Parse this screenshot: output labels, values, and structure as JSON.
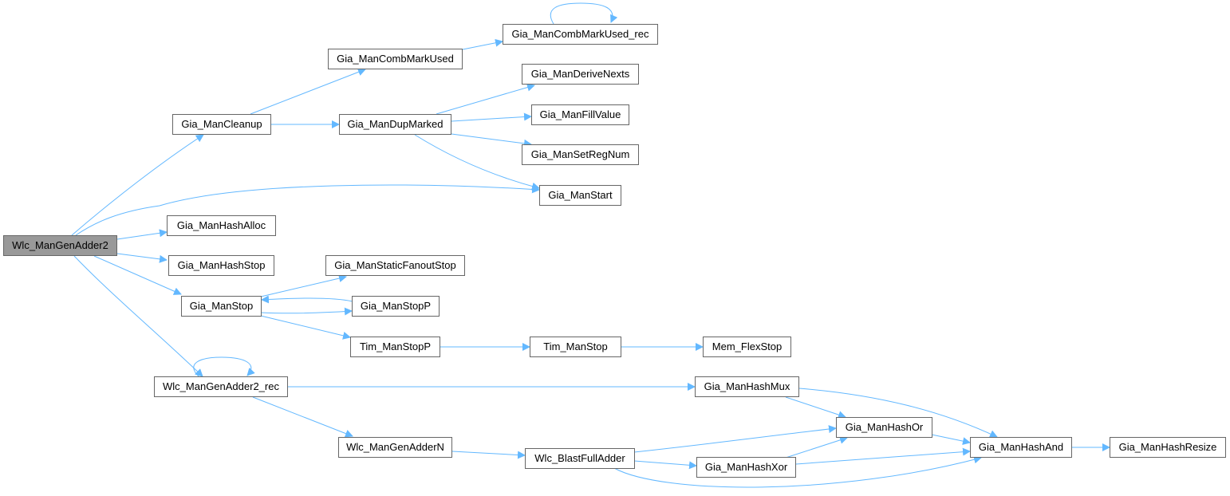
{
  "graph": {
    "root": "wlc-mangenadder2",
    "edge_color": "#63b8ff",
    "root_fill": "#999999",
    "nodes": [
      {
        "id": "wlc-mangenadder2",
        "label": "Wlc_ManGenAdder2"
      },
      {
        "id": "gia-mancleanup",
        "label": "Gia_ManCleanup"
      },
      {
        "id": "gia-mancombmarkused",
        "label": "Gia_ManCombMarkUsed"
      },
      {
        "id": "gia-mancombmarkused-rec",
        "label": "Gia_ManCombMarkUsed_rec"
      },
      {
        "id": "gia-mandupmarked",
        "label": "Gia_ManDupMarked"
      },
      {
        "id": "gia-manderivenexts",
        "label": "Gia_ManDeriveNexts"
      },
      {
        "id": "gia-manfillvalue",
        "label": "Gia_ManFillValue"
      },
      {
        "id": "gia-mansetregnum",
        "label": "Gia_ManSetRegNum"
      },
      {
        "id": "gia-manstart",
        "label": "Gia_ManStart"
      },
      {
        "id": "gia-manhashalloc",
        "label": "Gia_ManHashAlloc"
      },
      {
        "id": "gia-manhashstop",
        "label": "Gia_ManHashStop"
      },
      {
        "id": "gia-manstop",
        "label": "Gia_ManStop"
      },
      {
        "id": "gia-manstaticfanoutstop",
        "label": "Gia_ManStaticFanoutStop"
      },
      {
        "id": "gia-manstopp",
        "label": "Gia_ManStopP"
      },
      {
        "id": "tim-manstopp",
        "label": "Tim_ManStopP"
      },
      {
        "id": "tim-manstop",
        "label": "Tim_ManStop"
      },
      {
        "id": "mem-flexstop",
        "label": "Mem_FlexStop"
      },
      {
        "id": "wlc-mangenadder2-rec",
        "label": "Wlc_ManGenAdder2_rec"
      },
      {
        "id": "gia-manhashmux",
        "label": "Gia_ManHashMux"
      },
      {
        "id": "gia-manhashor",
        "label": "Gia_ManHashOr"
      },
      {
        "id": "gia-manhashand",
        "label": "Gia_ManHashAnd"
      },
      {
        "id": "gia-manhashresize",
        "label": "Gia_ManHashResize"
      },
      {
        "id": "wlc-mangenaddern",
        "label": "Wlc_ManGenAdderN"
      },
      {
        "id": "wlc-blastfulladder",
        "label": "Wlc_BlastFullAdder"
      },
      {
        "id": "gia-manhashxor",
        "label": "Gia_ManHashXor"
      }
    ]
  }
}
